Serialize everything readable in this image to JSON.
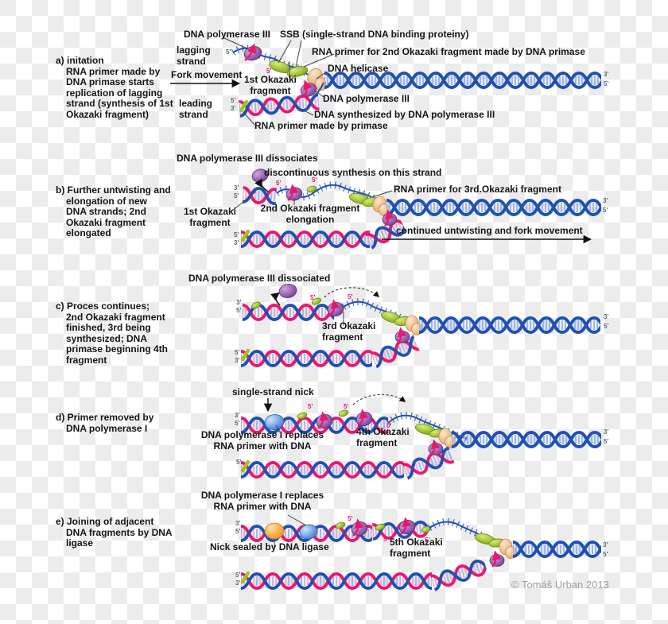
{
  "copyright": "© Tomáš Urban 2013",
  "primes": {
    "five": "5'",
    "three": "3'"
  },
  "stages": {
    "a": {
      "description": "a) initation\nRNA primer made by\nDNA primase starts\nreplication of lagging\nstrand (synthesis of 1st\nOkazaki fragment)",
      "labels": {
        "dna_polymerase_iii_top": "DNA polymerase III",
        "ssb": "SSB (single-strand DNA binding proteiny)",
        "lagging_strand": "lagging\nstrand",
        "rna_primer_2nd": "RNA primer for 2nd Okazaki fragment made by DNA primase",
        "fork_movement": "Fork movement",
        "first_okazaki": "1st Okazaki\nfragment",
        "dna_helicase": "DNA helicase",
        "leading_strand": "leading\nstrand",
        "dna_polymerase_iii_fork": "DNA polymerase III",
        "dna_synthesized": "DNA synthesized by DNA polymerase III",
        "rna_primer_primase": "RNA primer made by primase"
      }
    },
    "b": {
      "description": "b) Further untwisting and\nelongation of new\nDNA strands; 2nd\nOkazaki fragment\nelongated",
      "labels": {
        "pol_dissociates": "DNA polymerase III dissociates",
        "discontinuous": "discontinuous synthesis on this strand",
        "rna_primer_3rd": "RNA primer for 3rd.Okazaki fragment",
        "first_okazaki": "1st Okazaki\nfragment",
        "second_okazaki": "2nd Okazaki fragment\nelongation",
        "continued": "continued untwisting and fork movement"
      }
    },
    "c": {
      "description": "c) Proces continues;\n2nd Okazaki fragment\nfinished, 3rd being\nsynthesized; DNA\nprimase beginning 4th\nfragment",
      "labels": {
        "pol_dissociated": "DNA polymerase III dissociated",
        "third_okazaki": "3rd Okazaki\nfragment"
      }
    },
    "d": {
      "description": "d) Primer removed by\nDNA polymerase I",
      "labels": {
        "nick": "single-strand nick",
        "pol1_replaces": "DNA polymerase I replaces\nRNA primer with DNA",
        "fourth_okazaki": "4th Okazaki\nfragment"
      }
    },
    "e": {
      "description": "e) Joining of adjacent\nDNA fragments by DNA\nligase",
      "labels": {
        "pol1_replaces": "DNA polymerase I replaces\nRNA primer with DNA",
        "nick_sealed": "Nick sealed by DNA ligase",
        "fifth_okazaki": "5th Okazaki\nfragment"
      }
    }
  },
  "colors": {
    "strand_blue": "#2150b4",
    "strand_pink": "#e8186e",
    "primer_green": "#9ec421",
    "polymerase_purple": "#8a4f9e",
    "helicase_tan": "#f2c795",
    "polymerase1_blue": "#5599e8",
    "ligase_orange": "#f5a623"
  }
}
